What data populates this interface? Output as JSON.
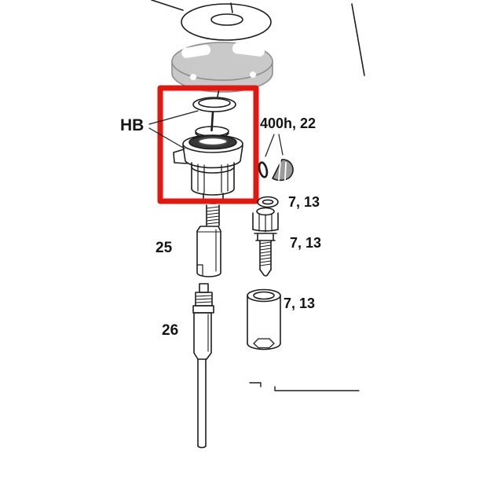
{
  "diagram": {
    "highlight_color": "#e2180f",
    "line_color": "#1d1d1d",
    "cap_fill": "#c9c9c9",
    "labels": {
      "hb": "HB",
      "p400h": "400h, 22",
      "p713_oring": "7, 13",
      "p713_bolt": "7, 13",
      "p713_sleeve": "7, 13",
      "p25": "25",
      "p26": "26"
    }
  }
}
